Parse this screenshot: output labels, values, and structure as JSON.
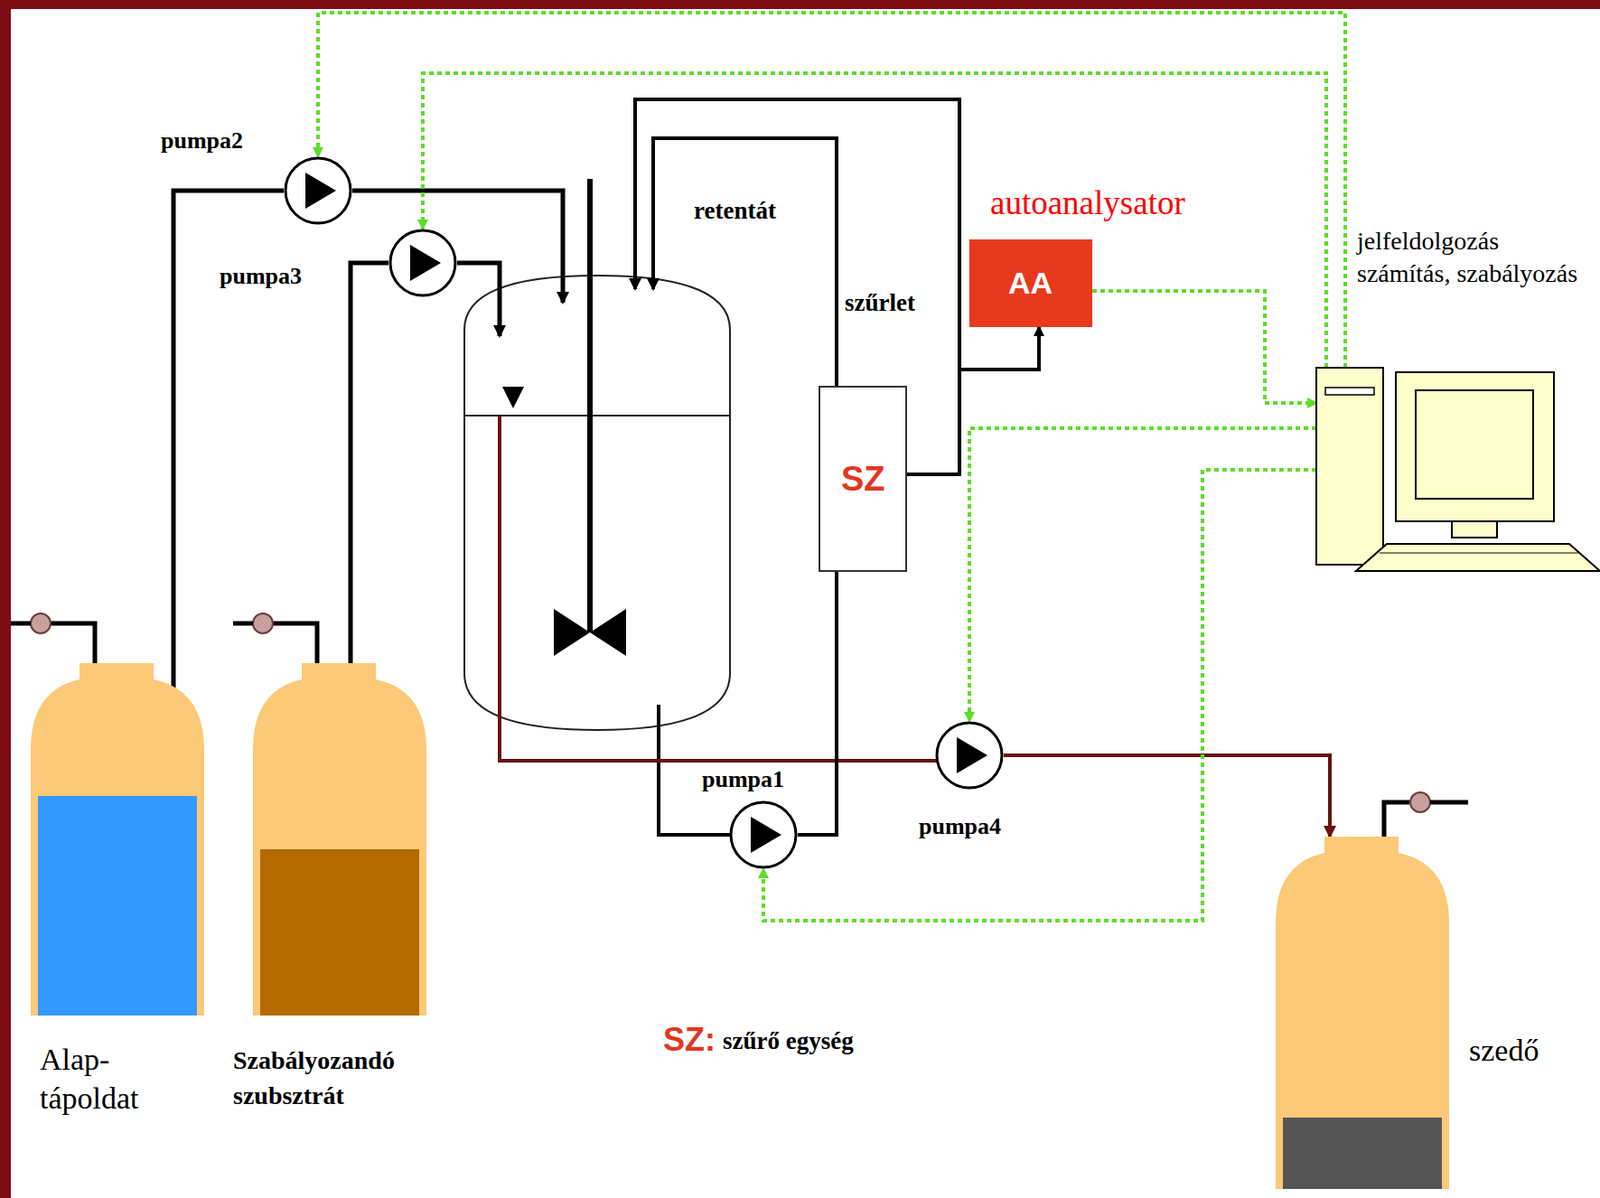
{
  "diagram": {
    "nodes": [
      {
        "text": [
          "pumpa2"
        ]
      },
      {
        "text": [
          "pumpa3"
        ]
      },
      {
        "text": [
          "SZ"
        ]
      },
      {
        "text": [
          "autoanalysator",
          "AA"
        ]
      },
      {
        "text": [
          "jelfeldolgozás számítás, szabályozás"
        ]
      },
      {
        "text": [
          "pumpa1"
        ]
      },
      {
        "text": [
          "pumpa4"
        ]
      },
      {
        "text": [
          "Alap- tápoldat"
        ]
      },
      {
        "text": [
          "Szabályozandó szubsztrát"
        ]
      },
      {
        "text": [
          "szedő"
        ]
      }
    ],
    "edges": [
      {
        "from": 7,
        "to": 0,
        "arrow": "none"
      },
      {
        "from": 8,
        "to": 1,
        "arrow": "none"
      },
      {
        "from": 5,
        "to": 2,
        "arrow": "none"
      },
      {
        "from": 2,
        "to": 3,
        "arrow": "to"
      },
      {
        "from": 6,
        "to": 9,
        "arrow": "to"
      },
      {
        "from": 3,
        "to": 4,
        "arrow": "to"
      },
      {
        "from": 4,
        "to": 0,
        "arrow": "to"
      },
      {
        "from": 4,
        "to": 1,
        "arrow": "to"
      },
      {
        "from": 4,
        "to": 6,
        "arrow": "to"
      },
      {
        "from": 4,
        "to": 5,
        "arrow": "to"
      }
    ],
    "labels": [
      "retentát",
      "szűrlet",
      "SZ:",
      "szűrő egység"
    ]
  }
}
